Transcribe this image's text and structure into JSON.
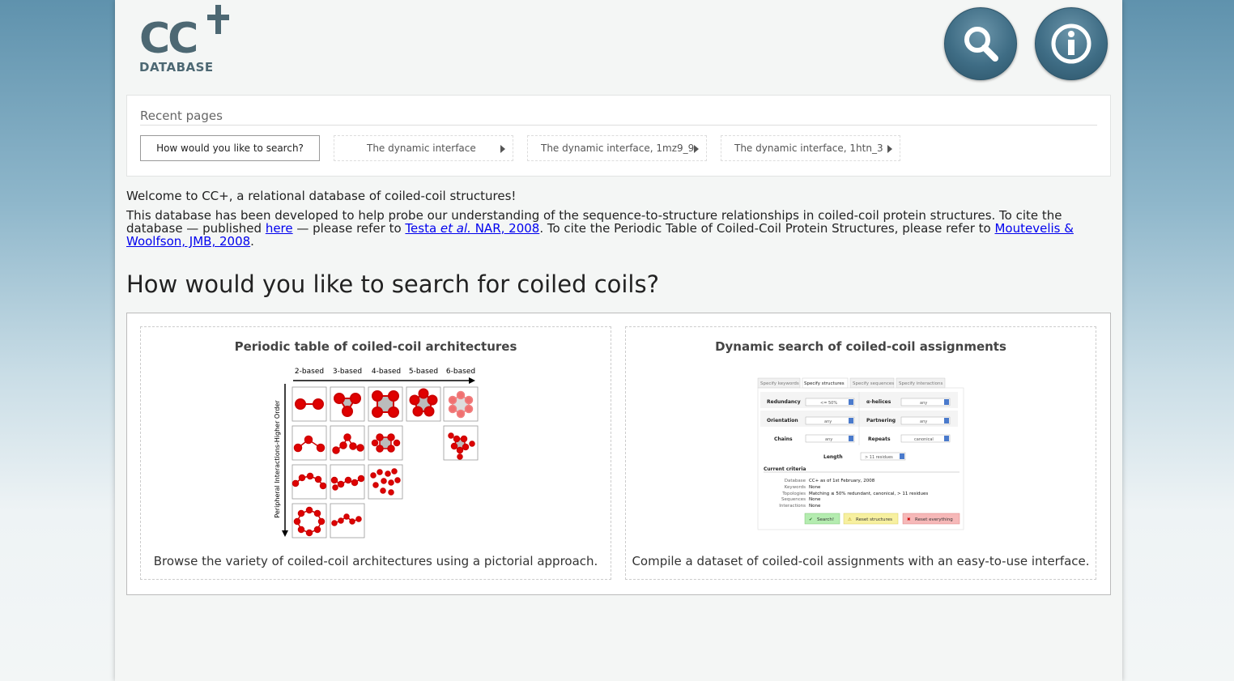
{
  "logo": {
    "letters": "CC",
    "sub": "DATABASE"
  },
  "header_buttons": {
    "search": "search-icon",
    "info": "info-icon"
  },
  "recent": {
    "title": "Recent pages",
    "items": [
      {
        "label": "How would you like to search?"
      },
      {
        "label": "The dynamic interface"
      },
      {
        "label": "The dynamic interface, 1mz9_9"
      },
      {
        "label": "The dynamic interface, 1htn_3"
      }
    ]
  },
  "welcome": "Welcome to CC+, a relational database of coiled-coil structures!",
  "intro": {
    "t1": "This database has been developed to help probe our understanding of the sequence-to-structure relationships in coiled-coil protein structures. To cite the database — published ",
    "link_here": "here",
    "t2": " — please refer to ",
    "link_testa_1": "Testa ",
    "link_testa_etal": "et al.",
    "link_testa_2": " NAR, 2008",
    "t3": ". To cite the Periodic Table of Coiled-Coil Protein Structures, please refer to ",
    "link_moutevelis": "Moutevelis & Woolfson, JMB, 2008",
    "t4": "."
  },
  "heading": "How would you like to search for coiled coils?",
  "option_periodic": {
    "title": "Periodic table of coiled-coil architectures",
    "description": "Browse the variety of coiled-coil architectures using a pictorial approach.",
    "columns": [
      "2-based",
      "3-based",
      "4-based",
      "5-based",
      "6-based"
    ],
    "axis_label": "Peripheral Interactions-Higher Order"
  },
  "option_dynamic": {
    "title": "Dynamic search of coiled-coil assignments",
    "description": "Compile a dataset of coiled-coil assignments with an easy-to-use interface.",
    "tabs": [
      "Specify keywords",
      "Specify structures",
      "Specify sequences",
      "Specify interactions"
    ],
    "fields": [
      {
        "label": "Redundancy",
        "value": "<= 50%"
      },
      {
        "label": "α-helices",
        "value": "any"
      },
      {
        "label": "Orientation",
        "value": "any"
      },
      {
        "label": "Partnering",
        "value": "any"
      },
      {
        "label": "Chains",
        "value": "any"
      },
      {
        "label": "Repeats",
        "value": "canonical"
      },
      {
        "label": "Length",
        "value": "> 11 residues"
      }
    ],
    "criteria_title": "Current criteria",
    "criteria": [
      {
        "key": "Database",
        "val": "CC+ as of 1st February, 2008"
      },
      {
        "key": "Keywords",
        "val": "None"
      },
      {
        "key": "Topologies",
        "val": "Matching ≤ 50% redundant, canonical, > 11 residues"
      },
      {
        "key": "Sequences",
        "val": "None"
      },
      {
        "key": "Interactions",
        "val": "None"
      }
    ],
    "buttons": [
      "Search!",
      "Reset structures",
      "Reset everything"
    ]
  }
}
